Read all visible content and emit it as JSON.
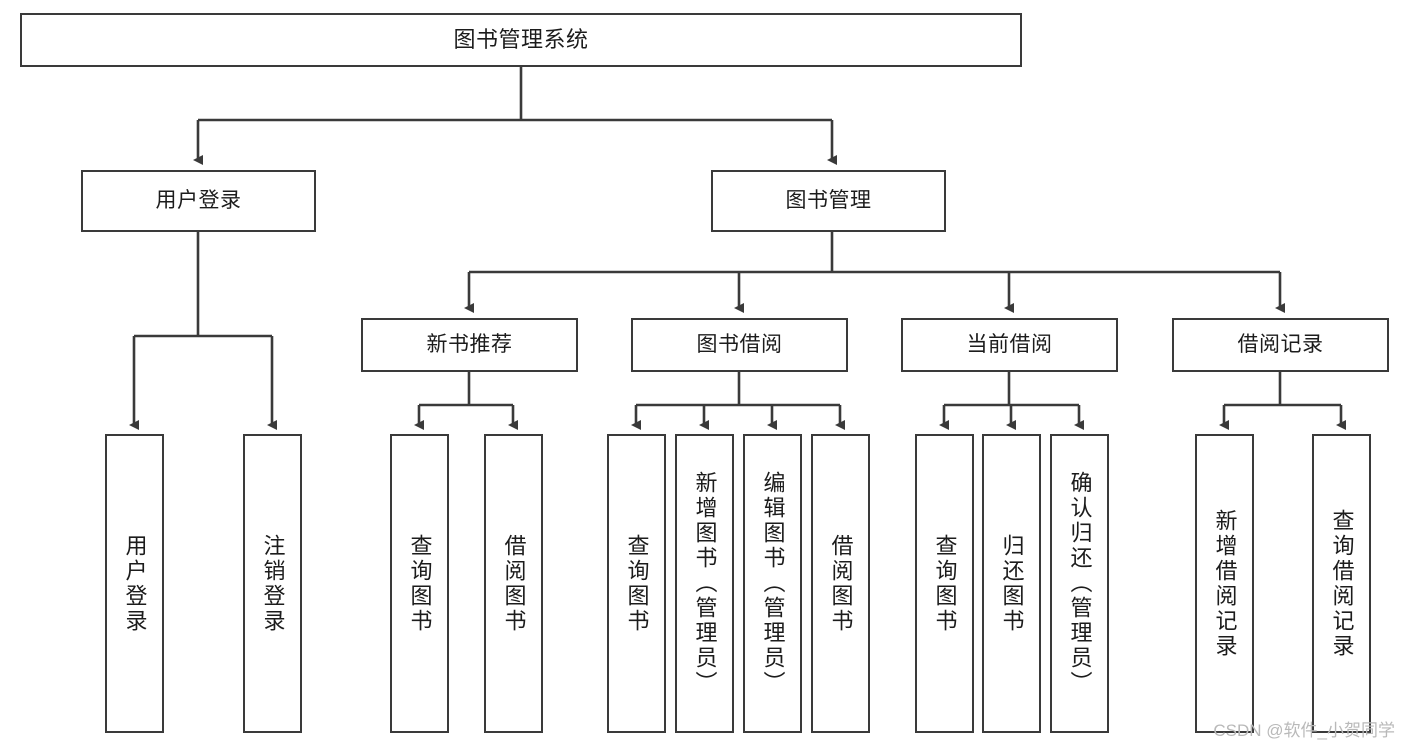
{
  "diagram": {
    "type": "tree-hierarchy-chart",
    "title": "图书管理系统",
    "background_color": "#ffffff",
    "line_color": "#3a3a3a",
    "box_border_color": "#3a3a3a",
    "text_color": "#1c1c1c",
    "watermark": "CSDN @软件_小贺同学",
    "levels": {
      "root": {
        "label": "图书管理系统"
      },
      "level2": [
        {
          "label": "用户登录"
        },
        {
          "label": "图书管理"
        }
      ],
      "level3": [
        {
          "label": "新书推荐"
        },
        {
          "label": "图书借阅"
        },
        {
          "label": "当前借阅"
        },
        {
          "label": "借阅记录"
        }
      ],
      "leaves": {
        "user_login": [
          {
            "label": "用户登录"
          },
          {
            "label": "注销登录"
          }
        ],
        "new_book_recommend": [
          {
            "label": "查询图书"
          },
          {
            "label": "借阅图书"
          }
        ],
        "book_borrow": [
          {
            "label": "查询图书"
          },
          {
            "label": "新增图书（管理员）"
          },
          {
            "label": "编辑图书（管理员）"
          },
          {
            "label": "借阅图书"
          }
        ],
        "current_borrow": [
          {
            "label": "查询图书"
          },
          {
            "label": "归还图书"
          },
          {
            "label": "确认归还（管理员）"
          }
        ],
        "borrow_record": [
          {
            "label": "新增借阅记录"
          },
          {
            "label": "查询借阅记录"
          }
        ]
      }
    }
  }
}
